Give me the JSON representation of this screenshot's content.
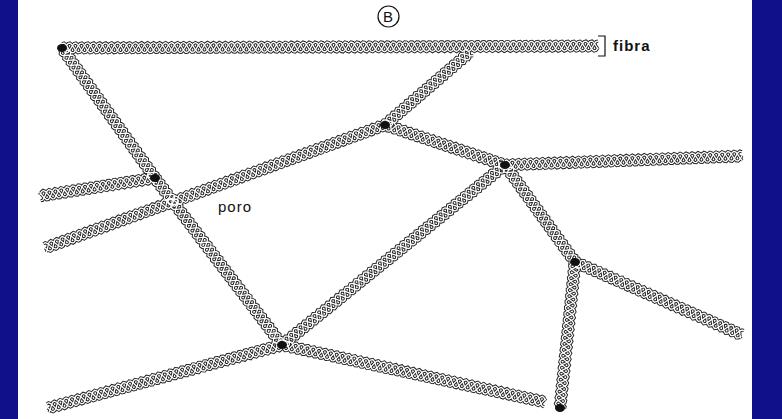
{
  "diagram": {
    "nodes": [
      {
        "text": [
          "B"
        ]
      }
    ],
    "labels": [
      "fibra",
      "poro"
    ]
  }
}
